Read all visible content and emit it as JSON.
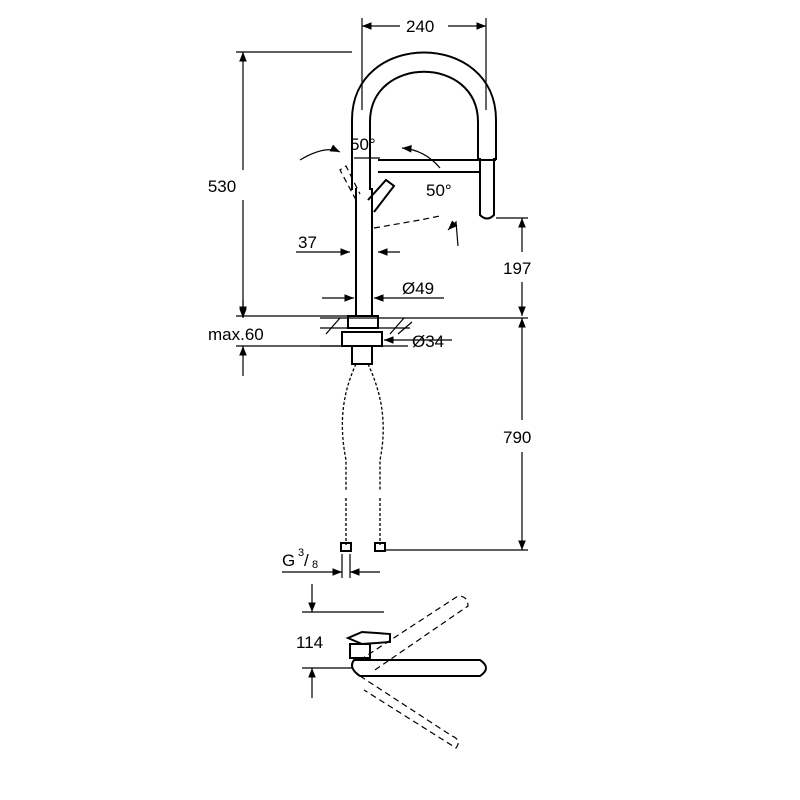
{
  "dimensions": {
    "width_240": "240",
    "height_530": "530",
    "angle_left": "50°",
    "angle_right": "50°",
    "offset_37": "37",
    "height_197": "197",
    "diameter_49": "Ø49",
    "max_60": "max.60",
    "diameter_34": "Ø34",
    "length_790": "790",
    "thread_g": "G",
    "thread_num": "3",
    "thread_den": "8",
    "reach_114": "114"
  }
}
